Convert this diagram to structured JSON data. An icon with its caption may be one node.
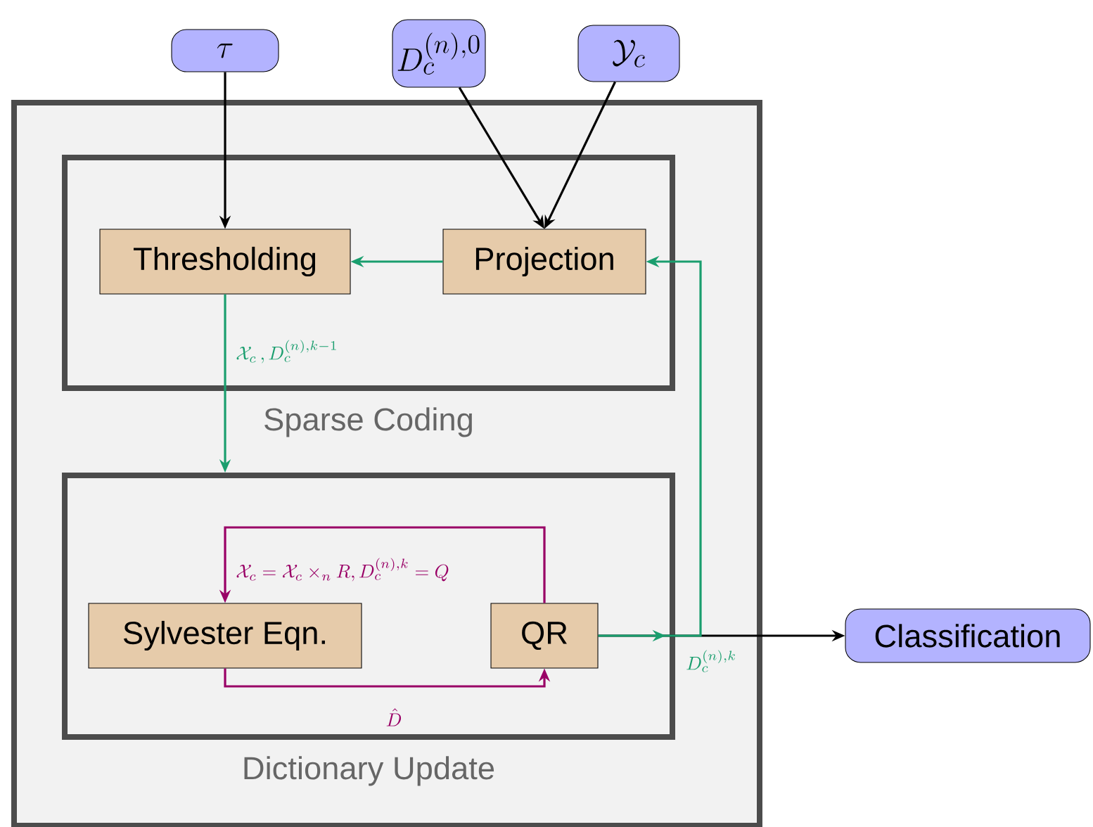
{
  "diagram": {
    "nodes": [
      {
        "text": [],
        "shape": "box"
      },
      {
        "text": [
          "Sparse Coding"
        ],
        "in": 0
      },
      {
        "text": [
          "Dictionary Update"
        ],
        "in": 0
      },
      {
        "text": [
          "\\tau"
        ]
      },
      {
        "text": [
          "D_c^{(n),0}"
        ]
      },
      {
        "text": [
          "\\mathcal{Y}_c"
        ]
      },
      {
        "text": [
          "Thresholding"
        ],
        "in": 1
      },
      {
        "text": [
          "Projection"
        ],
        "in": 1
      },
      {
        "text": [
          "Sylvester Eqn."
        ],
        "in": 2
      },
      {
        "text": [
          "QR"
        ],
        "in": 2
      },
      {
        "text": [
          "Classification"
        ]
      }
    ],
    "edges": [
      {
        "from": 3,
        "to": 6,
        "arrow": "to"
      },
      {
        "from": 4,
        "to": 7,
        "arrow": "to"
      },
      {
        "from": 5,
        "to": 7,
        "arrow": "to"
      },
      {
        "from": 7,
        "to": 6,
        "arrow": "to",
        "color": "#1a9e6e"
      },
      {
        "from": 6,
        "to": 2,
        "arrow": "to",
        "color": "#1a9e6e",
        "label": "\\mathcal{X}_c\\,, D_c^{(n),k-1}"
      },
      {
        "from": 9,
        "to": 8,
        "arrow": "to",
        "color": "#990066",
        "label": "\\mathcal{X}_c = \\mathcal{X}_c \\times_n R, D_c^{(n),k} = Q"
      },
      {
        "from": 8,
        "to": 9,
        "arrow": "to",
        "color": "#990066",
        "label": "\\hat{D}"
      },
      {
        "from": 9,
        "to": 7,
        "arrow": "to",
        "color": "#1a9e6e",
        "label": "D_c^{(n),k}"
      },
      {
        "from": 9,
        "to": 10,
        "arrow": "to"
      }
    ]
  }
}
